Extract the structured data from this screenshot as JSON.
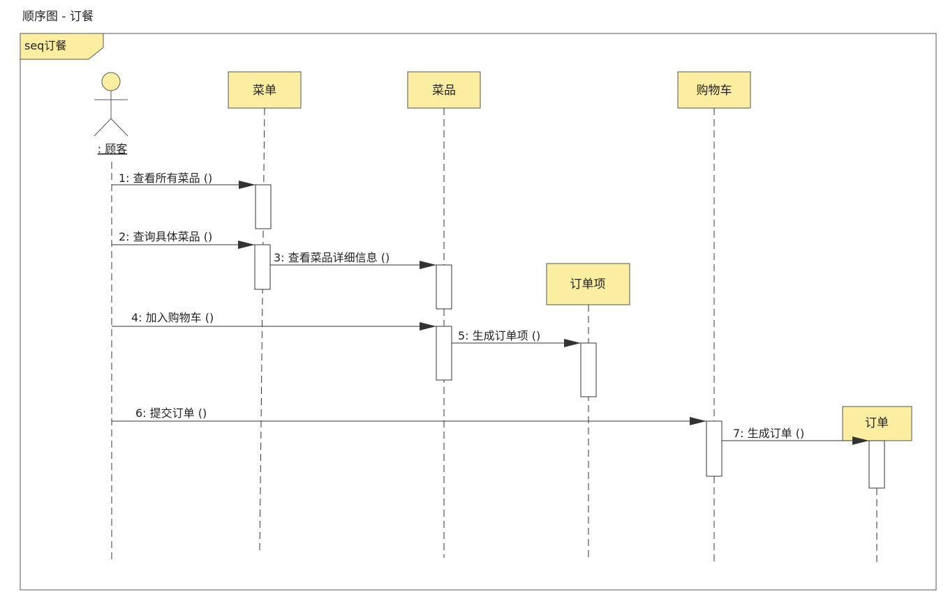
{
  "page_title": "顺序图 - 订餐",
  "frame_label": "seq订餐",
  "actor": {
    "label": ": 顾客",
    "icon": "stick-figure-actor-icon"
  },
  "lifelines": [
    {
      "id": "menu",
      "label": "菜单"
    },
    {
      "id": "dish",
      "label": "菜品"
    },
    {
      "id": "orderitem",
      "label": "订单项"
    },
    {
      "id": "cart",
      "label": "购物车"
    },
    {
      "id": "order",
      "label": "订单"
    }
  ],
  "messages": [
    {
      "id": "m1",
      "label": "1: 查看所有菜品 ()",
      "from": "actor",
      "to": "menu"
    },
    {
      "id": "m2",
      "label": "2: 查询具体菜品 ()",
      "from": "actor",
      "to": "menu"
    },
    {
      "id": "m3",
      "label": "3: 查看菜品详细信息 ()",
      "from": "menu",
      "to": "dish"
    },
    {
      "id": "m4",
      "label": "4: 加入购物车 ()",
      "from": "actor",
      "to": "dish"
    },
    {
      "id": "m5",
      "label": "5: 生成订单项 ()",
      "from": "dish",
      "to": "orderitem"
    },
    {
      "id": "m6",
      "label": "6: 提交订单 ()",
      "from": "actor",
      "to": "cart"
    },
    {
      "id": "m7",
      "label": "7: 生成订单 ()",
      "from": "cart",
      "to": "order"
    }
  ],
  "colors": {
    "lifeline_fill": "#fbeea0",
    "actor_head": "#fbeea0",
    "frame_tab": "#fbeea0"
  }
}
